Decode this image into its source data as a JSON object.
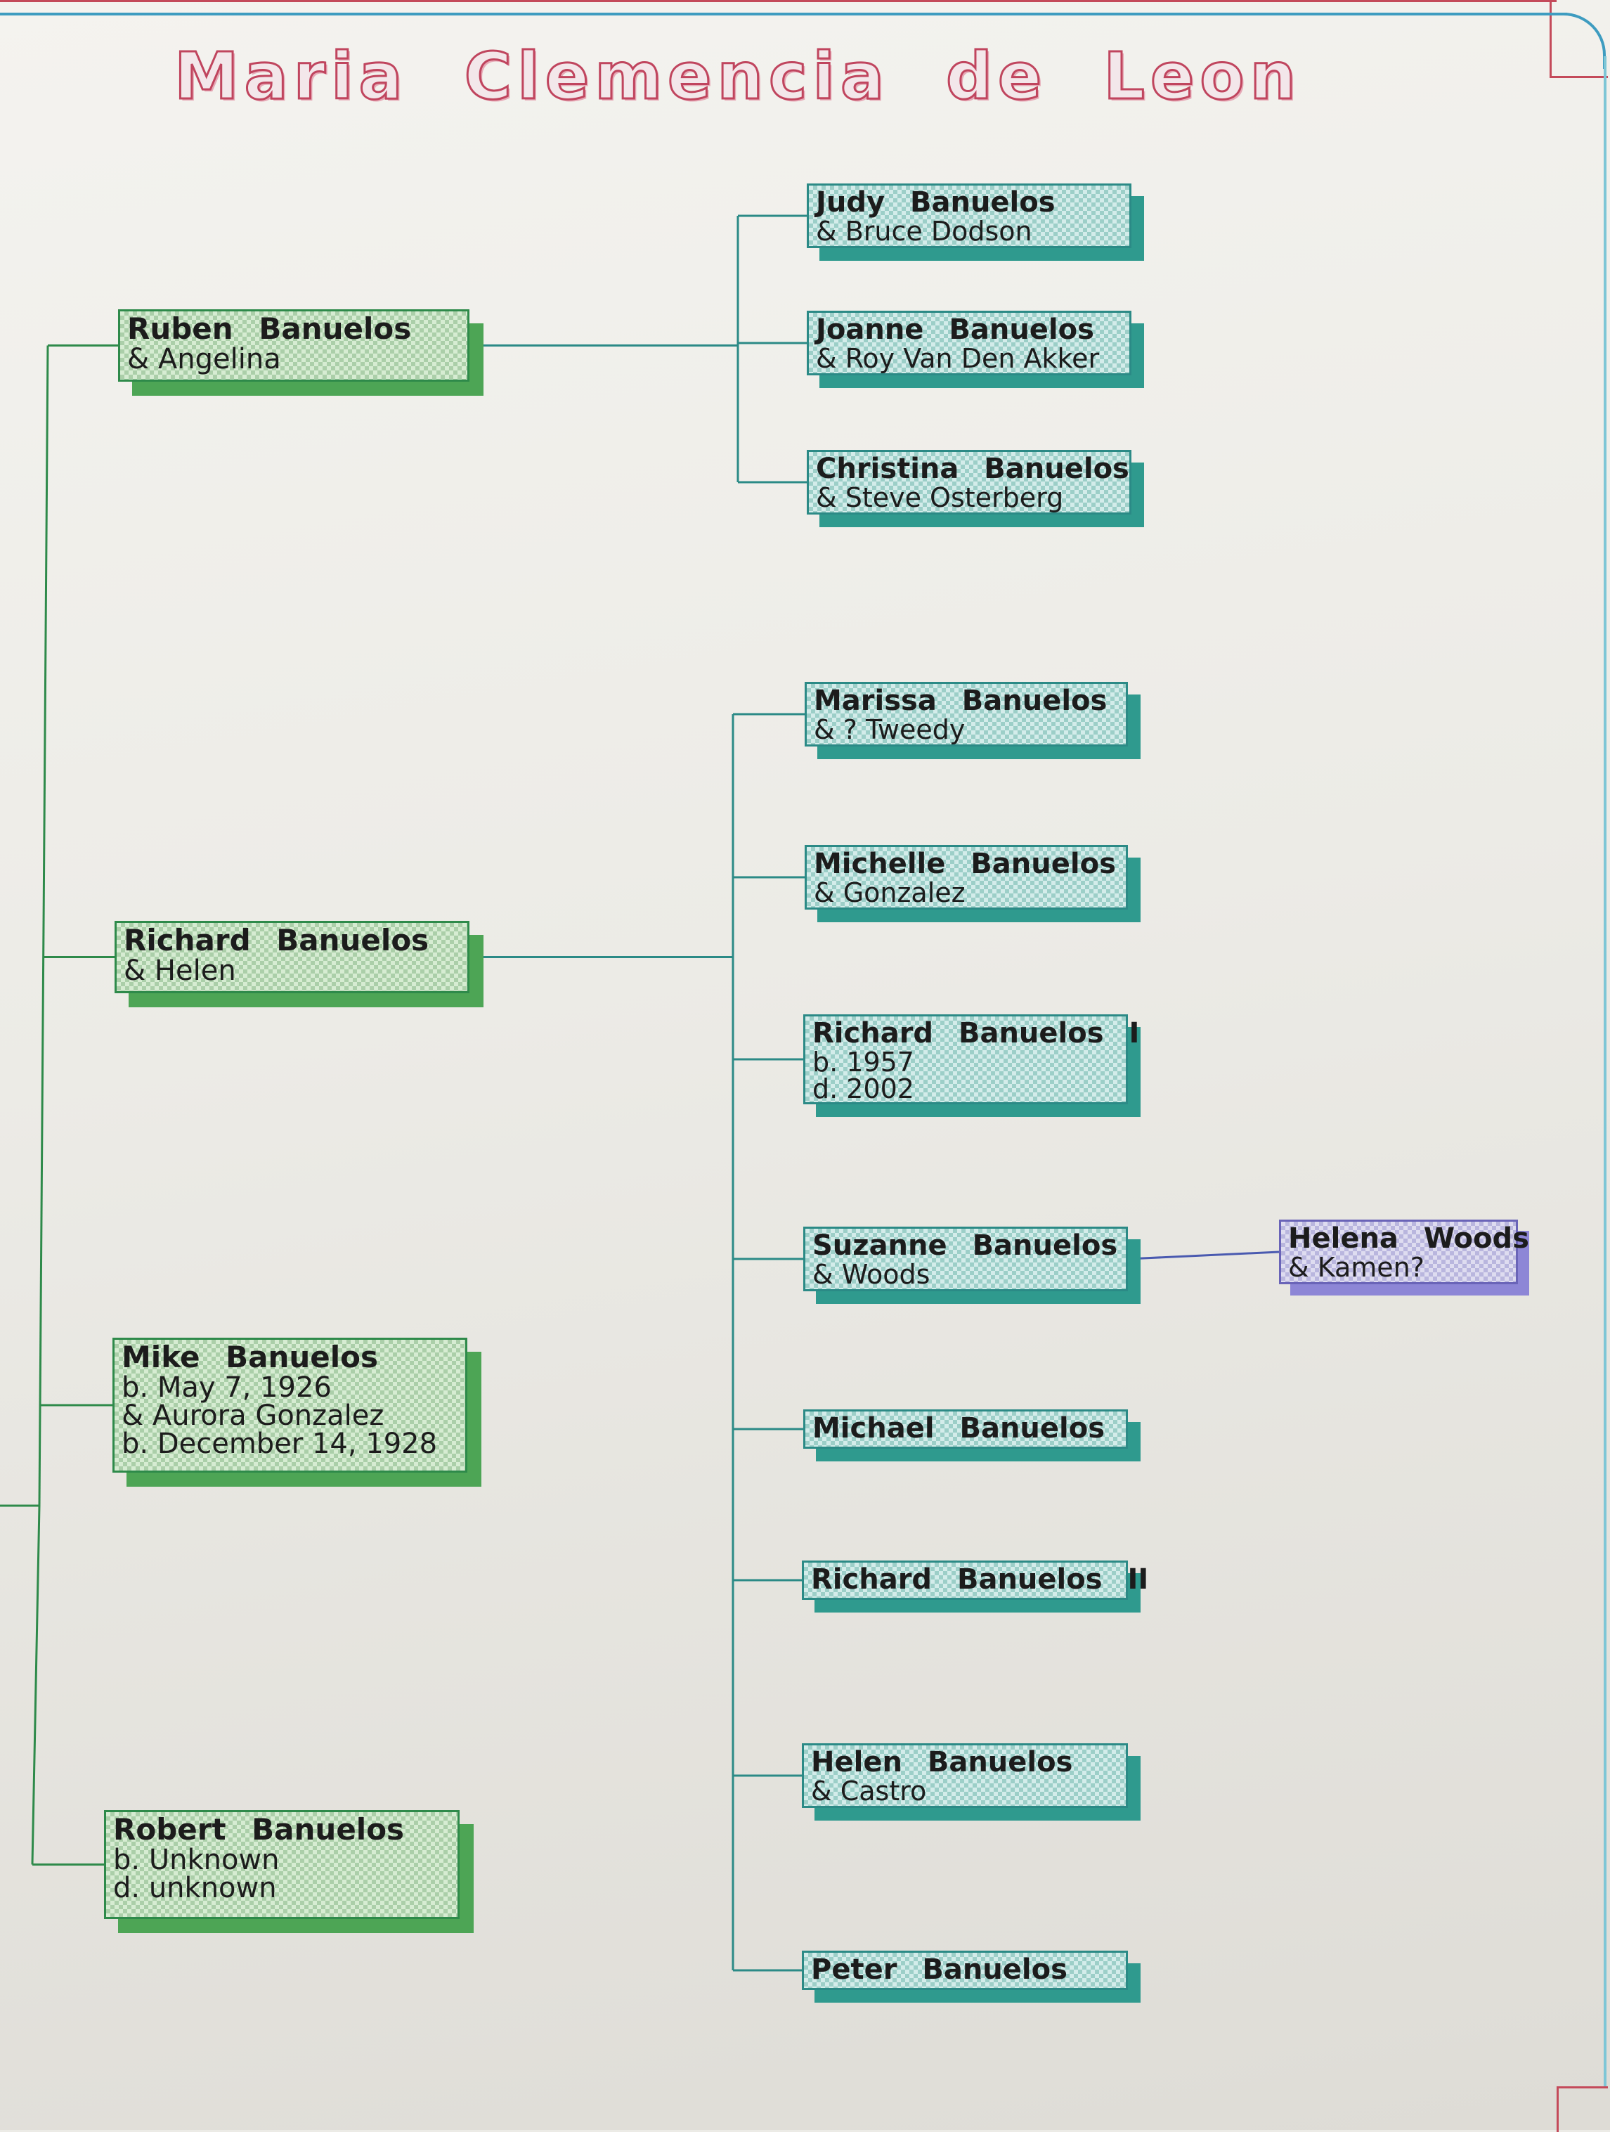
{
  "title": "Maria Clemencia de Leon",
  "colors": {
    "title": "#c0455e",
    "children_shadow": "#4da555",
    "grandchildren_shadow": "#2f9a8e",
    "great_grandchildren_shadow": "#8d86d6",
    "line_children": "#2e8a4a",
    "line_grandchildren": "#2b8a86",
    "line_great_grandchildren": "#4a5ab0"
  },
  "children": [
    {
      "name": "Ruben Banuelos",
      "details": [
        "& Angelina"
      ],
      "children": [
        {
          "name": "Judy Banuelos",
          "details": [
            "& Bruce Dodson"
          ]
        },
        {
          "name": "Joanne Banuelos",
          "details": [
            "& Roy Van Den Akker"
          ]
        },
        {
          "name": "Christina Banuelos",
          "details": [
            "& Steve Osterberg"
          ]
        }
      ]
    },
    {
      "name": "Richard Banuelos",
      "details": [
        "& Helen"
      ],
      "children": [
        {
          "name": "Marissa Banuelos",
          "details": [
            "& ? Tweedy"
          ]
        },
        {
          "name": "Michelle Banuelos",
          "details": [
            "& Gonzalez"
          ]
        },
        {
          "name": "Richard Banuelos I",
          "details": [
            "b. 1957",
            "d. 2002"
          ]
        },
        {
          "name": "Suzanne Banuelos",
          "details": [
            "& Woods"
          ],
          "children": [
            {
              "name": "Helena Woods",
              "details": [
                "& Kamen?"
              ]
            }
          ]
        },
        {
          "name": "Michael Banuelos",
          "details": []
        },
        {
          "name": "Richard Banuelos II",
          "details": []
        },
        {
          "name": "Helen Banuelos",
          "details": [
            "& Castro"
          ]
        },
        {
          "name": "Peter Banuelos",
          "details": []
        }
      ]
    },
    {
      "name": "Mike Banuelos",
      "details": [
        "b. May 7, 1926",
        "& Aurora Gonzalez",
        "b. December 14, 1928"
      ],
      "children": []
    },
    {
      "name": "Robert Banuelos",
      "details": [
        "b. Unknown",
        "d. unknown"
      ],
      "children": []
    }
  ]
}
